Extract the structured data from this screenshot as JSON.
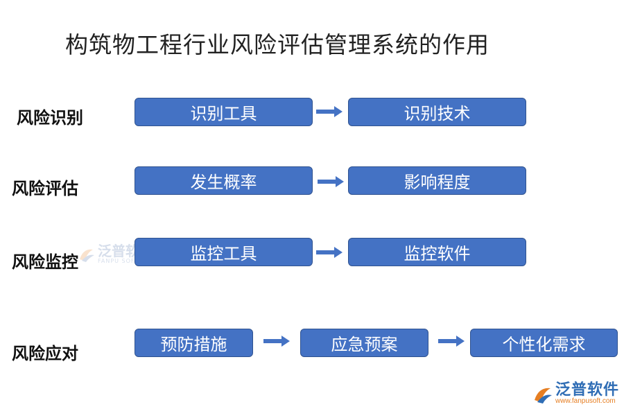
{
  "title": "构筑物工程行业风险评估管理系统的作用",
  "rows": [
    {
      "label": "风险识别",
      "items": [
        "识别工具",
        "识别技术"
      ]
    },
    {
      "label": "风险评估",
      "items": [
        "发生概率",
        "影响程度"
      ]
    },
    {
      "label": "风险监控",
      "items": [
        "监控工具",
        "监控软件"
      ]
    },
    {
      "label": "风险应对",
      "items": [
        "预防措施",
        "应急预案",
        "个性化需求"
      ]
    }
  ],
  "colors": {
    "box_fill": "#4472c4",
    "box_border": "#2f528f",
    "arrow": "#4472c4",
    "logo_blue": "#2f6db5",
    "logo_orange": "#e67e22"
  },
  "watermark": {
    "name": "泛普软件",
    "sub": "FANPU SOFTWARE"
  },
  "logo": {
    "name": "泛普软件",
    "url": "www.fanpusoft.com",
    "icon": "fanpu-logo-icon"
  }
}
